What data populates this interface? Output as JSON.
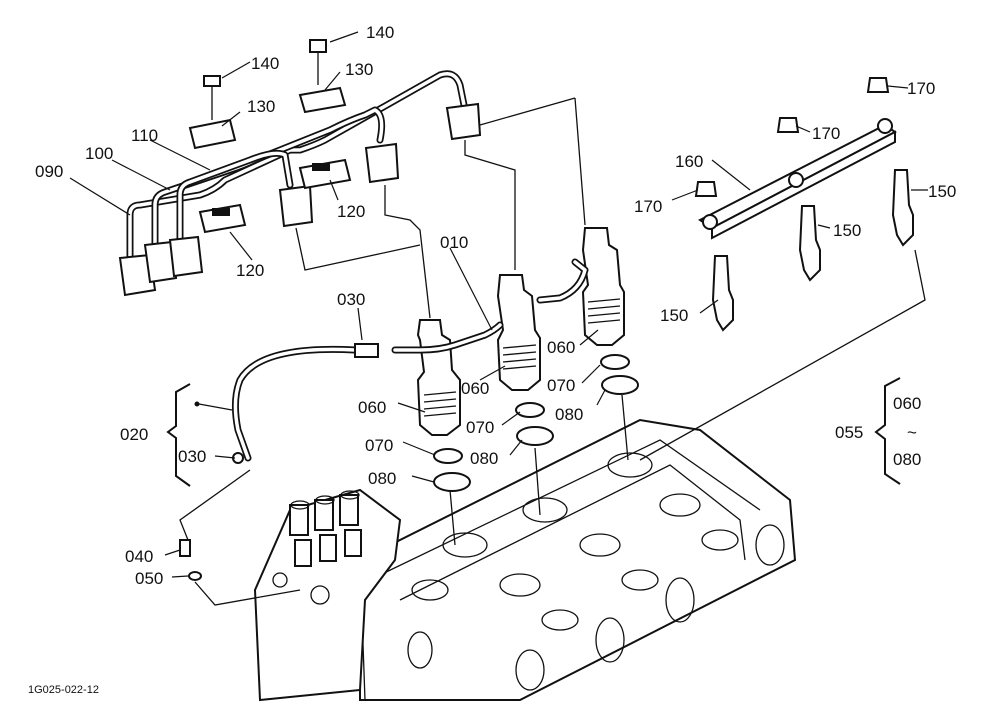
{
  "callouts": [
    {
      "id": "c140a",
      "text": "140"
    },
    {
      "id": "c140b",
      "text": "140"
    },
    {
      "id": "c130a",
      "text": "130"
    },
    {
      "id": "c130b",
      "text": "130"
    },
    {
      "id": "c110",
      "text": "110"
    },
    {
      "id": "c100",
      "text": "100"
    },
    {
      "id": "c090",
      "text": "090"
    },
    {
      "id": "c120a",
      "text": "120"
    },
    {
      "id": "c120b",
      "text": "120"
    },
    {
      "id": "c010",
      "text": "010"
    },
    {
      "id": "c030a",
      "text": "030"
    },
    {
      "id": "c030b",
      "text": "030"
    },
    {
      "id": "c020",
      "text": "020"
    },
    {
      "id": "c060a",
      "text": "060"
    },
    {
      "id": "c060b",
      "text": "060"
    },
    {
      "id": "c060c",
      "text": "060"
    },
    {
      "id": "c070a",
      "text": "070"
    },
    {
      "id": "c070b",
      "text": "070"
    },
    {
      "id": "c070c",
      "text": "070"
    },
    {
      "id": "c080a",
      "text": "080"
    },
    {
      "id": "c080b",
      "text": "080"
    },
    {
      "id": "c080c",
      "text": "080"
    },
    {
      "id": "c040",
      "text": "040"
    },
    {
      "id": "c050",
      "text": "050"
    },
    {
      "id": "c160",
      "text": "160"
    },
    {
      "id": "c170a",
      "text": "170"
    },
    {
      "id": "c170b",
      "text": "170"
    },
    {
      "id": "c170c",
      "text": "170"
    },
    {
      "id": "c150a",
      "text": "150"
    },
    {
      "id": "c150b",
      "text": "150"
    },
    {
      "id": "c150c",
      "text": "150"
    }
  ],
  "group_055": {
    "label": "055",
    "top": "060",
    "range": "~",
    "bottom": "080"
  },
  "figure_ref": "1G025-022-12"
}
